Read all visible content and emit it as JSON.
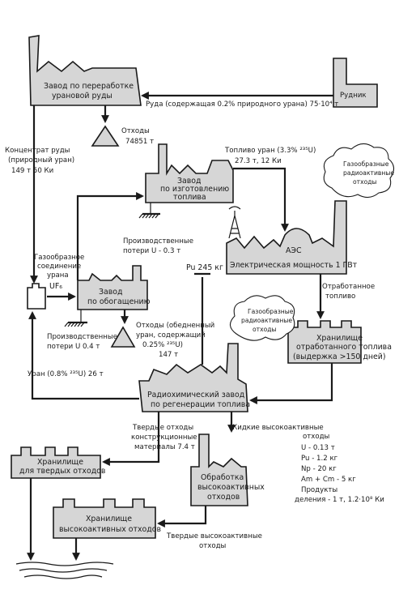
{
  "nodes": {
    "mine": "Рудник",
    "ore_plant": [
      "Завод по переработке",
      "урановой руды"
    ],
    "fuel_plant": [
      "Завод",
      "по изготовлению",
      "топлива"
    ],
    "npp": [
      "АЭС",
      "Электрическая мощность 1 ГВт"
    ],
    "enrichment": [
      "Завод",
      "по обогащению"
    ],
    "spent_storage": [
      "Хранилище",
      "отработанного топлива",
      "(выдержка >150 дней)"
    ],
    "radiochem": [
      "Радиохимический завод",
      "по регенерации топлива"
    ],
    "solid_storage": [
      "Хранилище",
      "для твердых отходов"
    ],
    "processing": [
      "Обработка",
      "высокоактивных",
      "отходов"
    ],
    "hla_storage": [
      "Хранилище",
      "высокоактивных отходов"
    ]
  },
  "labels": {
    "ore": "Руда (содержащая 0.2% природного урана)  75·10⁴ т",
    "tailings": [
      "Отходы",
      "74851 т"
    ],
    "concentrate": [
      "Концентрат руды",
      "(природный уран)",
      "149 т 50 Ки"
    ],
    "fuel_in": [
      "Топливо  уран (3.3% ²³⁵U)",
      "27.3 т, 12 Ки"
    ],
    "gas_1": [
      "Газообразные",
      "радиоактивные",
      "отходы"
    ],
    "fab_losses": [
      "Производственные",
      "потери   U - 0.3 т"
    ],
    "uf6_label": [
      "Газообразное",
      "соединение",
      "урана"
    ],
    "uf6": "UF₆",
    "pu": "Pu 245 кг",
    "spent_fuel": [
      "Отработанное",
      "топливо"
    ],
    "gas_2": [
      "Газообразные",
      "радиоактивные",
      "отходы"
    ],
    "enr_losses": [
      "Производственные",
      "потери  U 0.4 т"
    ],
    "depleted": [
      "Отходы (обедненный",
      "уран, содержащий",
      "0.25% ²³⁵U)",
      "147 т"
    ],
    "uranium_return": "Уран (0.8% ²³⁵U)   26 т",
    "solid_waste": [
      "Твердые отходы",
      "конструкционные",
      "материалы  7.4 т"
    ],
    "liquid_waste": [
      "Жидкие высокоактивные",
      "отходы"
    ],
    "composition": [
      "U - 0.13 т",
      "Pu - 1.2 кг",
      "Np - 20 кг",
      "Am + Cm - 5 кг",
      "Продукты",
      "деления - 1 т, 1.2·10⁸ Ки"
    ],
    "solid_hla": [
      "Твердые высокоактивные",
      "отходы"
    ]
  }
}
